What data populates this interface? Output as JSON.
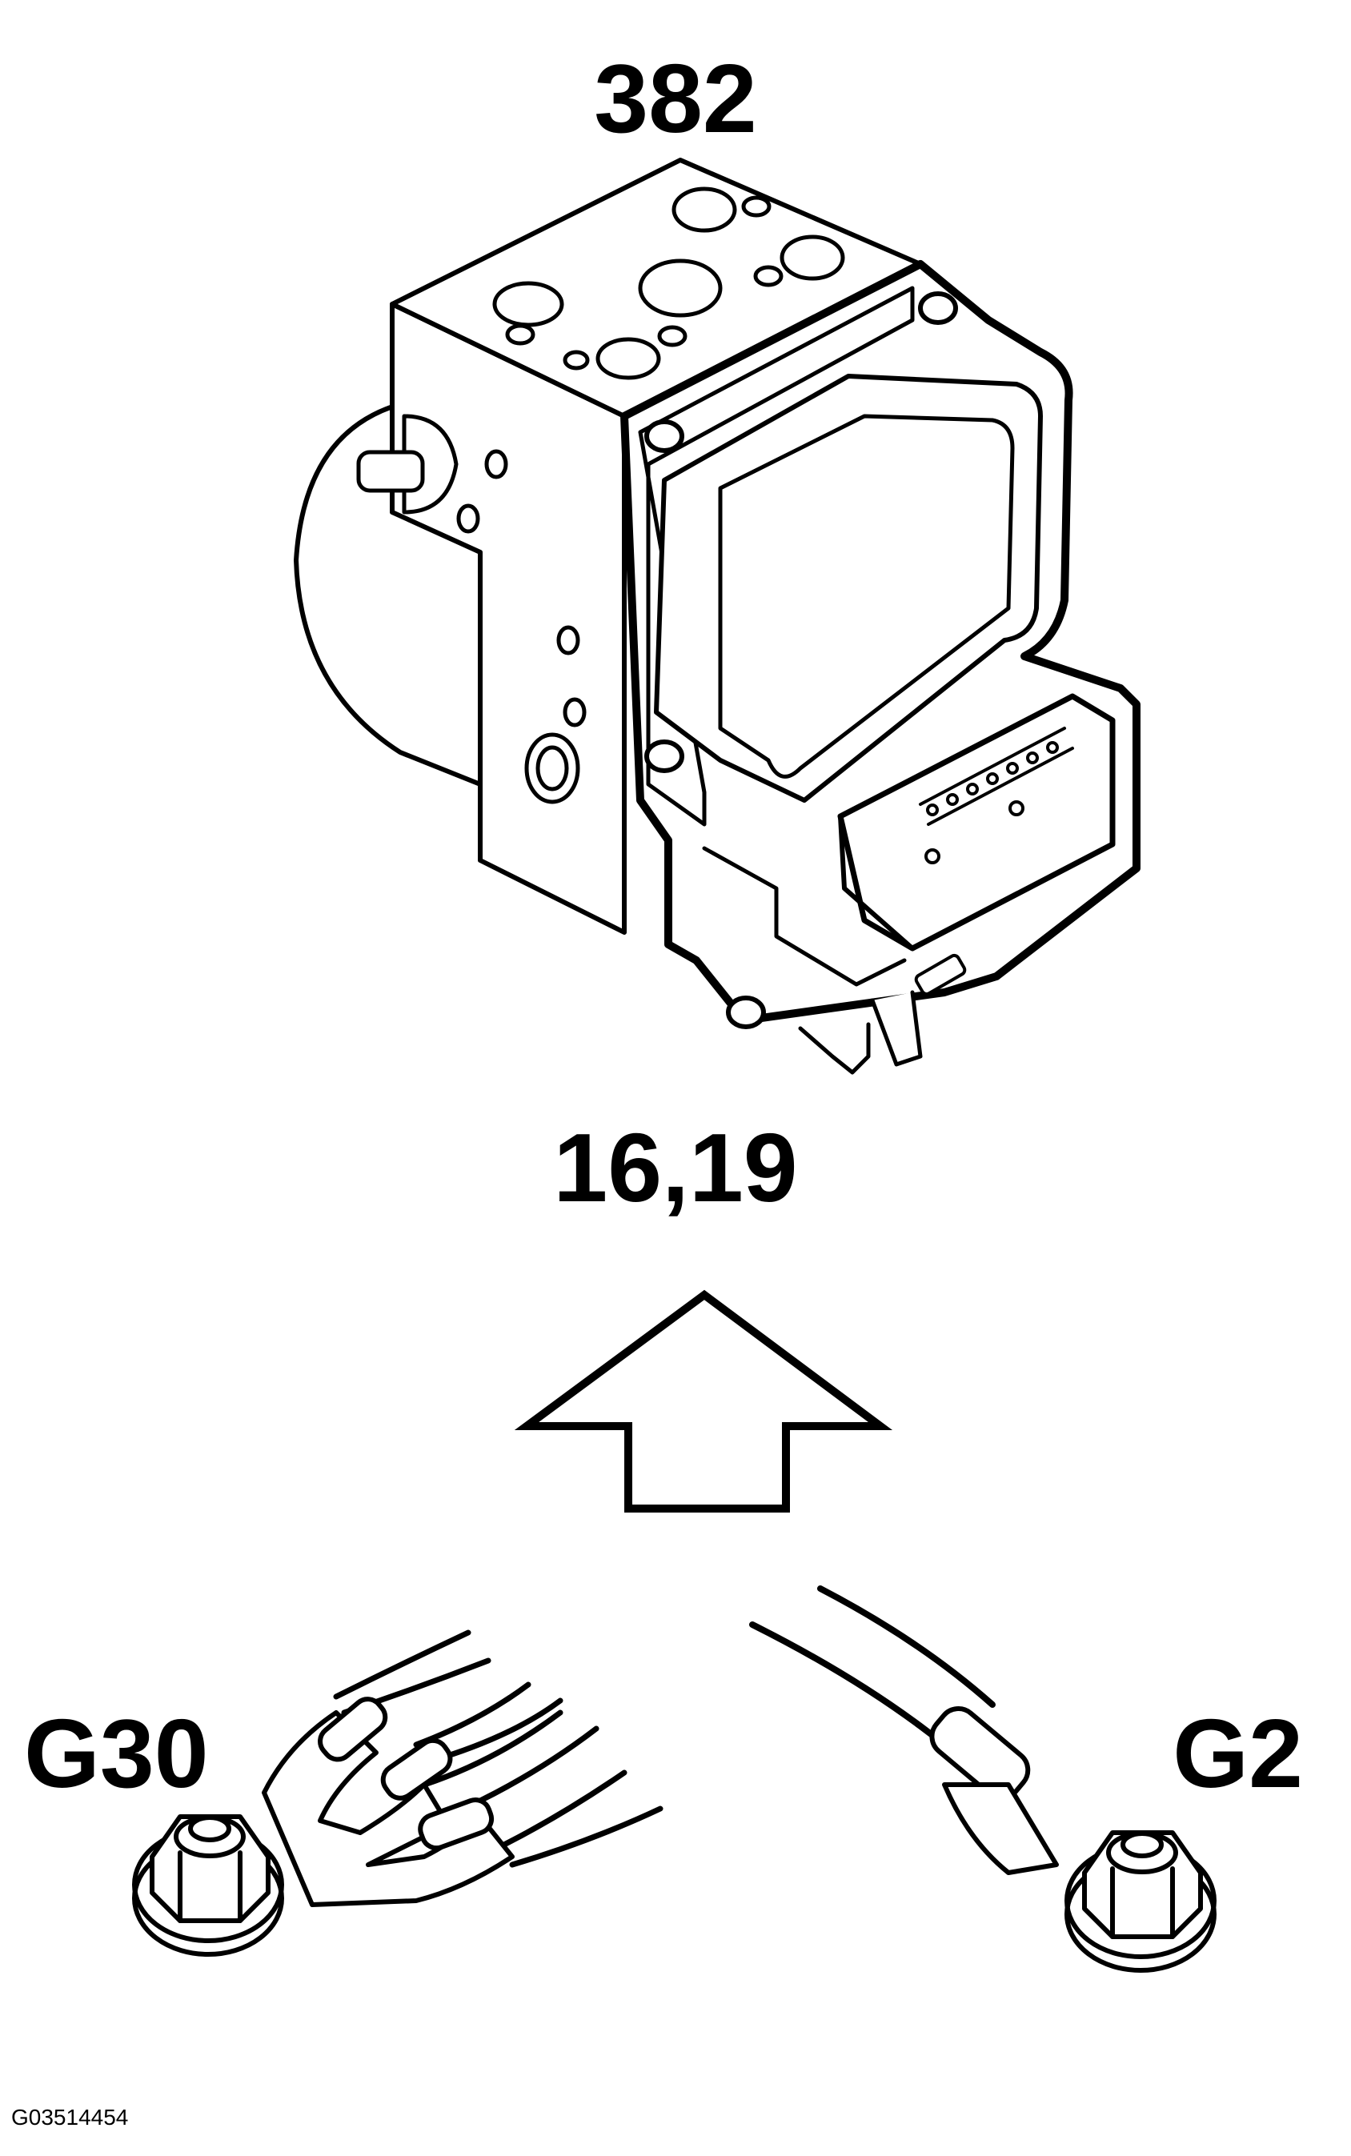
{
  "labels": {
    "module_ref": "382",
    "step_ref": "16,19",
    "ground_left": "G30",
    "ground_right": "G2",
    "figure_code": "G03514454"
  },
  "icons": {
    "module": "abs-hydraulic-unit-icon",
    "arrow": "up-arrow-icon",
    "ground_left": "ground-terminal-multi-wire-icon",
    "ground_right": "ground-terminal-single-wire-icon"
  }
}
